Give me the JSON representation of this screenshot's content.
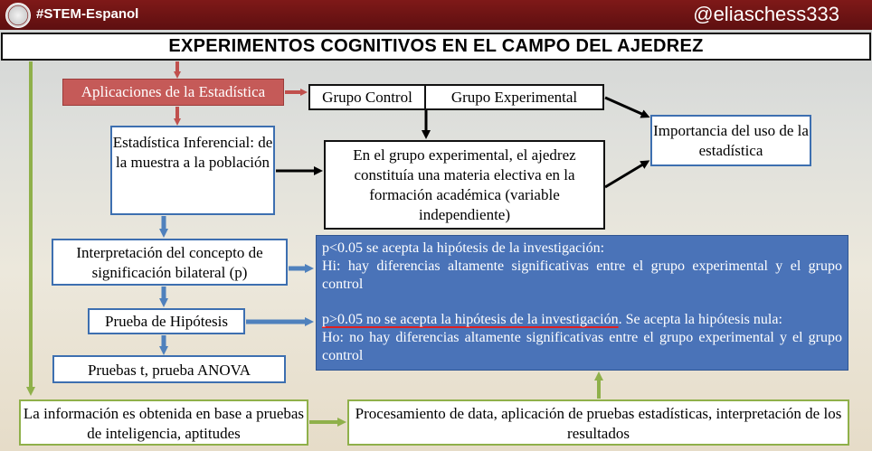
{
  "header": {
    "channel": "#STEM-Espanol",
    "handle": "@eliaschess333"
  },
  "title": "EXPERIMENTOS COGNITIVOS EN EL CAMPO DEL AJEDREZ",
  "nodes": {
    "aplicaciones": "Aplicaciones de la Estadística",
    "grupo_control": "Grupo Control",
    "grupo_experimental": "Grupo Experimental",
    "inferencial": "Estadística Inferencial: de la muestra a la población",
    "ajedrez": "En el grupo experimental, el ajedrez constituía una materia electiva en la formación académica (variable independiente)",
    "importancia": "Importancia del uso de la estadística",
    "significacion": "Interpretación del concepto de significación bilateral (p)",
    "prueba_hipotesis": "Prueba de Hipótesis",
    "pruebas_t": "Pruebas t, prueba ANOVA",
    "informacion": "La información es obtenida en base a pruebas de inteligencia, aptitudes",
    "procesamiento": "Procesamiento de data, aplicación de pruebas estadísticas, interpretación de los resultados"
  },
  "panel": {
    "line1": "p<0.05 se acepta la hipótesis de la investigación:",
    "line2": "Hi: hay diferencias altamente significativas entre el grupo experimental y el grupo control",
    "line3_underlined": "p>0.05 no se acepta la hipótesis de la investigación",
    "line3_rest": ". Se acepta la hipótesis nula:",
    "line4": "Ho: no hay diferencias altamente significativas entre el grupo experimental y el grupo control"
  },
  "colors": {
    "header_bg": "#6e1414",
    "red_node": "#c55a58",
    "blue_border": "#3d6fb0",
    "blue_panel": "#4a73b8",
    "green": "#8fb04a",
    "red_arrow": "#c0504d"
  }
}
